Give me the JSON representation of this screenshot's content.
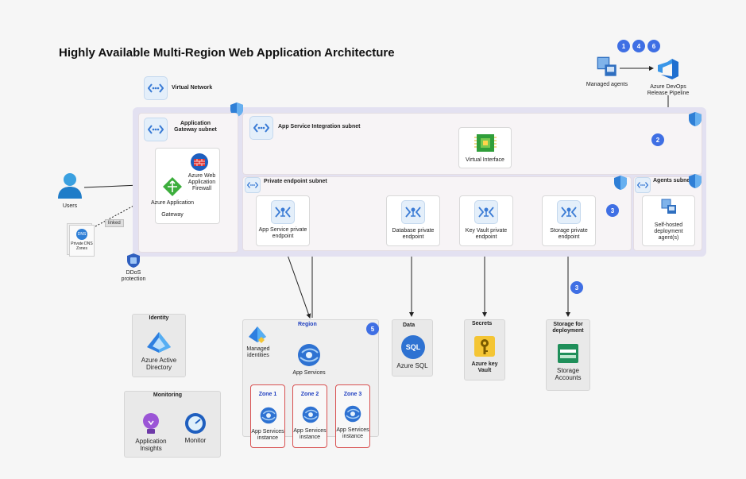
{
  "title": "Highly Available Multi-Region Web Application Architecture",
  "vnet_label": "Virtual Network",
  "appgw_subnet": "Application Gateway subnet",
  "appsvc_subnet": "App Service Integration subnet",
  "pe_subnet": "Private endpoint subnet",
  "agents_subnet": "Agents subnet",
  "waf": "Azure Web Application Firewall",
  "appgw_line1": "Azure Application",
  "appgw_line2": "Gateway",
  "users": "Users",
  "dns": "DNS",
  "dns_label": "Private DNS Zones",
  "linked": "linked",
  "ddos": "DDoS protection",
  "vif": "Virtual Interface",
  "pe_app": "App Service private endpoint",
  "pe_db": "Database private endpoint",
  "pe_kv": "Key Vault private endpoint",
  "pe_st": "Storage private endpoint",
  "agent": "Self-hosted deployment agent(s)",
  "managed_agents": "Managed agents",
  "devops": "Azure DevOps Release Pipeline",
  "steps": [
    "1",
    "4",
    "6",
    "2",
    "3",
    "3",
    "5"
  ],
  "identity": "Identity",
  "aad": "Azure Active Directory",
  "monitoring": "Monitoring",
  "appins": "Application Insights",
  "monitor": "Monitor",
  "region": "Region",
  "managed_ids": "Managed identities",
  "app_services": "App Services",
  "zones": [
    "Zone 1",
    "Zone 2",
    "Zone 3"
  ],
  "instance": "App Services instance",
  "data": "Data",
  "sql_glyph": "SQL",
  "sql": "Azure SQL",
  "secrets": "Secrets",
  "kv": "Azure key Vault",
  "storage_title": "Storage for deployment",
  "storage": "Storage Accounts",
  "colors": {
    "accent": "#3f6fe4",
    "vnet": "#e3e1f1",
    "zone_border": "#d85050"
  }
}
